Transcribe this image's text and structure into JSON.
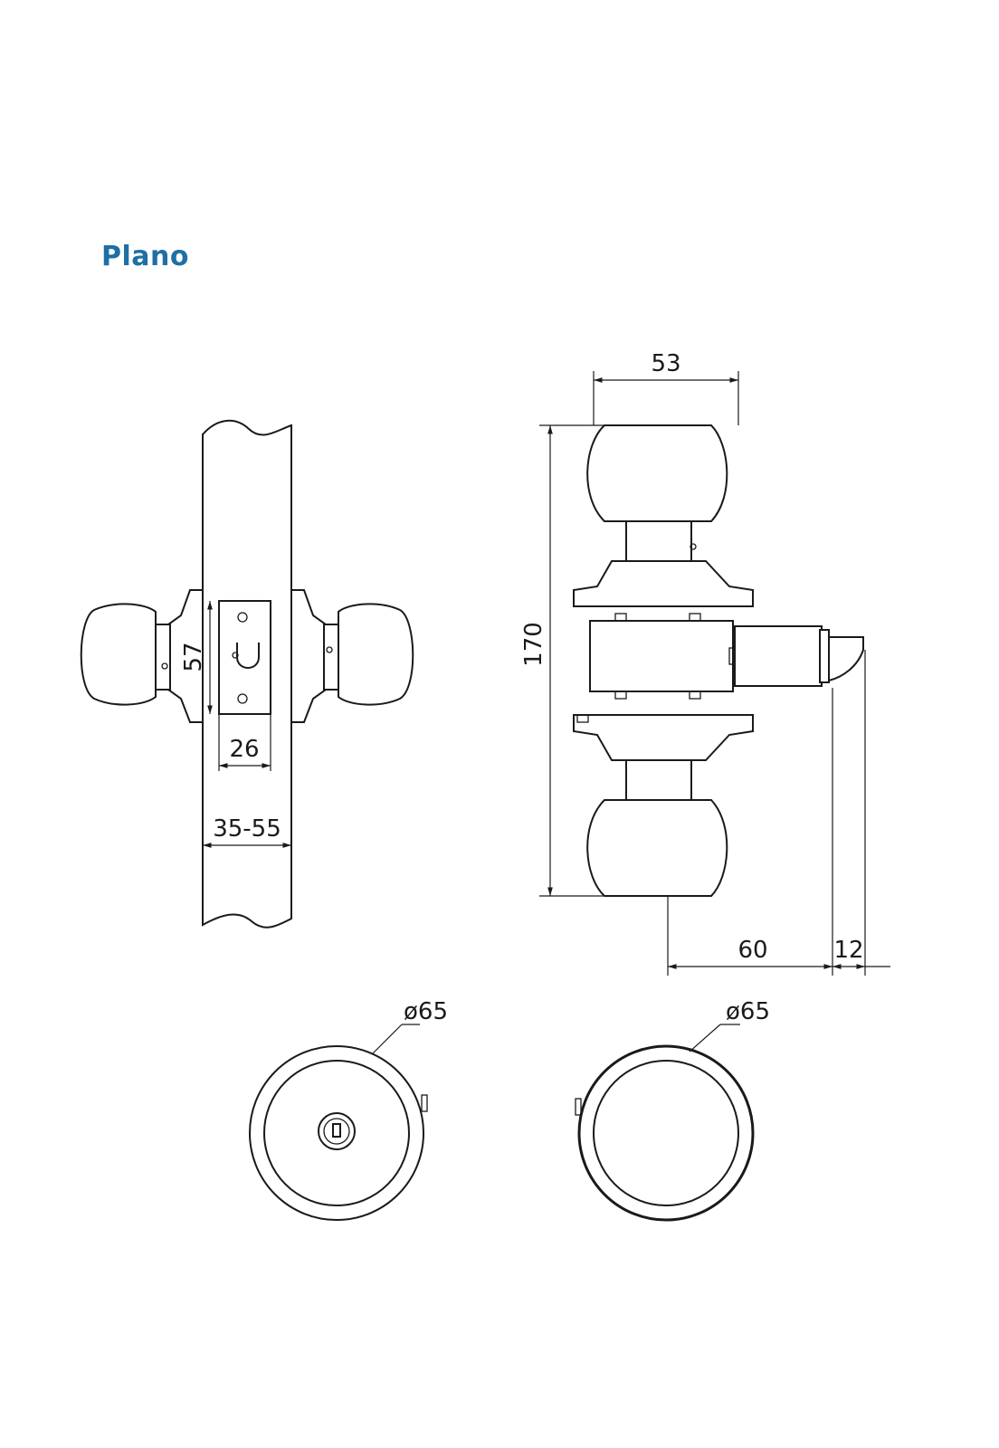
{
  "title": "Plano",
  "dimensions": {
    "knob_width": "53",
    "total_height": "170",
    "plate_height": "57",
    "plate_width": "26",
    "door_thickness": "35-55",
    "backset": "60",
    "latch_projection": "12",
    "diameter_left": "ø65",
    "diameter_right": "ø65"
  },
  "colors": {
    "title": "#1f6fa6",
    "line": "#1a1a1a"
  }
}
